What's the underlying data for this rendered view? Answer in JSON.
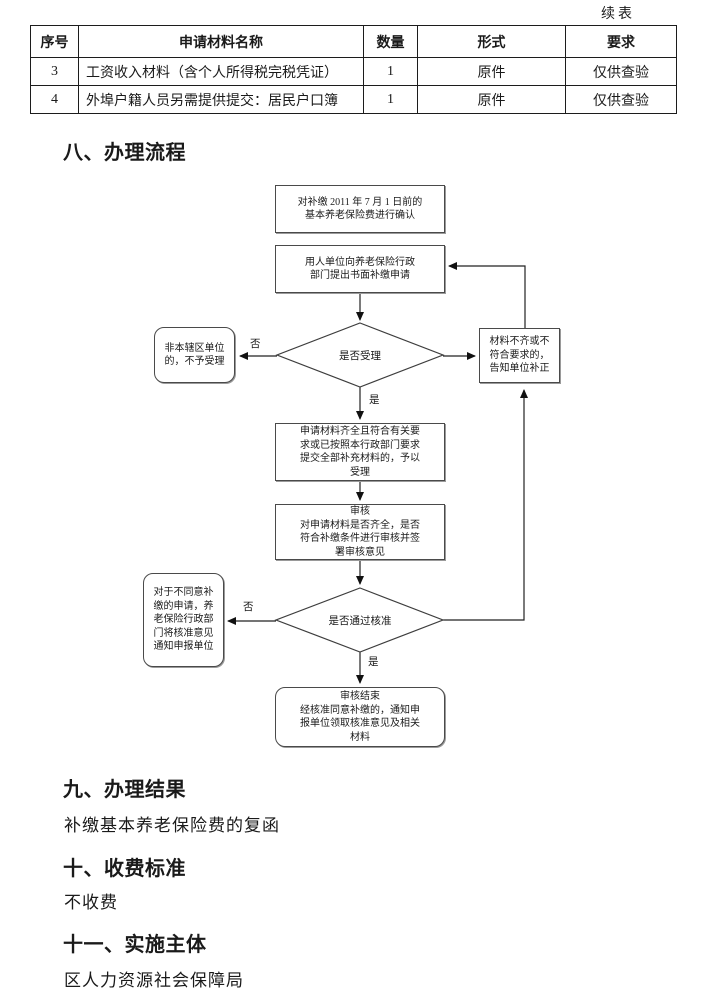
{
  "page": {
    "continued_label": "续表"
  },
  "colors": {
    "ink": "#1a1a1a",
    "paper": "#ffffff"
  },
  "table": {
    "headers": [
      "序号",
      "申请材料名称",
      "数量",
      "形式",
      "要求"
    ],
    "rows": [
      {
        "no": "3",
        "name": "工资收入材料（含个人所得税完税凭证）",
        "qty": "1",
        "form": "原件",
        "req": "仅供查验"
      },
      {
        "no": "4",
        "name": "外埠户籍人员另需提供提交：居民户口簿",
        "qty": "1",
        "form": "原件",
        "req": "仅供查验"
      }
    ]
  },
  "sections": {
    "s8": {
      "title": "八、办理流程"
    },
    "s9": {
      "title": "九、办理结果",
      "body": "补缴基本养老保险费的复函"
    },
    "s10": {
      "title": "十、收费标准",
      "body": "不收费"
    },
    "s11": {
      "title": "十一、实施主体",
      "body": "区人力资源社会保障局"
    }
  },
  "flowchart": {
    "box_confirm": "对补缴 2011 年 7 月 1 日前的\n基本养老保险费进行确认",
    "box_apply": "用人单位向养老保险行政\n部门提出书面补缴申请",
    "diamond_accept": "是否受理",
    "box_reject_left": "非本辖区单位\n的，不予受理",
    "box_supplement": "材料不齐或不\n符合要求的，\n告知单位补正",
    "box_accept": "申请材料齐全且符合有关要\n求或已按照本行政部门要求\n提交全部补充材料的，予以\n受理",
    "box_review": "审核\n对申请材料是否齐全，是否\n符合补缴条件进行审核并签\n署审核意见",
    "diamond_approve": "是否通过核准",
    "box_notify": "对于不同意补\n缴的申请，养\n老保险行政部\n门将核准意见\n通知申报单位",
    "box_end": "审核结束\n经核准同意补缴的，通知申\n报单位领取核准意见及相关\n材料",
    "label_yes": "是",
    "label_no": "否"
  }
}
